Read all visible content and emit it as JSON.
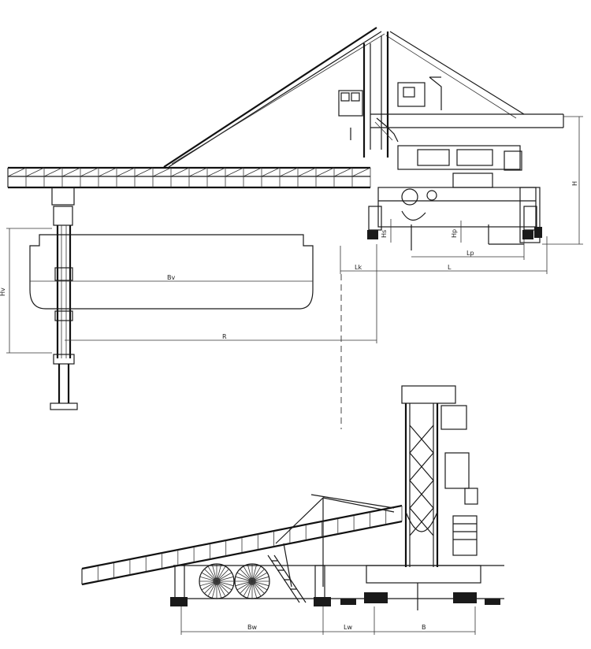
{
  "dimensions": {
    "bv": "Bv",
    "r": "R",
    "lk": "Lk",
    "l": "L",
    "lp": "Lp",
    "h": "H",
    "hv": "Hv",
    "hs": "Hs",
    "hp": "Hp",
    "bw": "Bw",
    "lw": "Lw",
    "b": "B"
  }
}
